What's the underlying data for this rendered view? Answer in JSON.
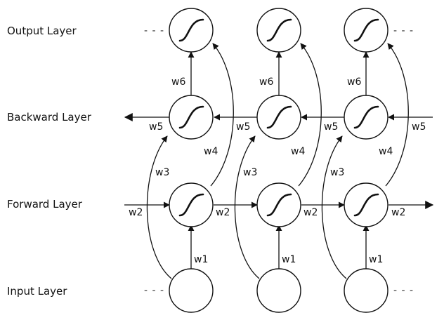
{
  "layers": {
    "output": "Output Layer",
    "backward": "Backward Layer",
    "forward": "Forward Layer",
    "input": "Input Layer"
  },
  "weights": {
    "w1": "w1",
    "w2": "w2",
    "w3": "w3",
    "w4": "w4",
    "w5": "w5",
    "w6": "w6"
  },
  "ellipsis": "- - -",
  "timesteps": 3,
  "activation_icon": "sigmoid-icon"
}
